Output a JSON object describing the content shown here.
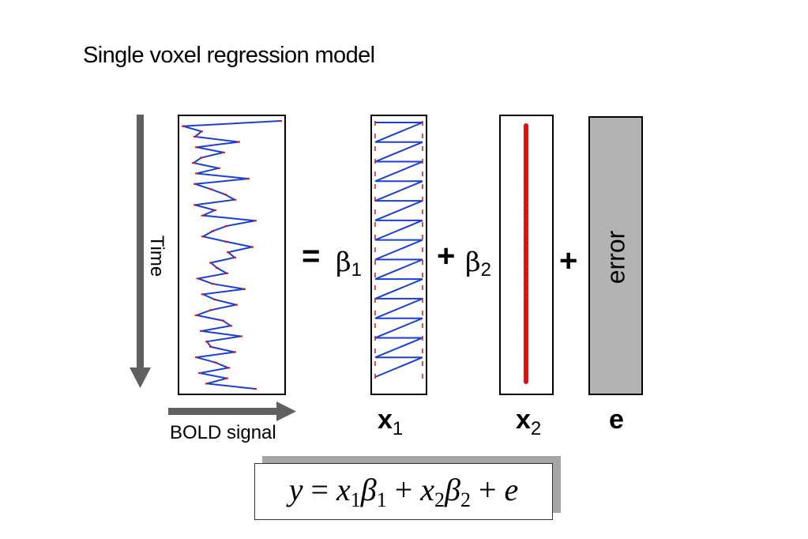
{
  "title": "Single voxel regression model",
  "time_label": "Time",
  "bold_label": "BOLD signal",
  "equals": "=",
  "plus": "+",
  "beta_symbol": "β",
  "sub_1": "1",
  "sub_2": "2",
  "x_symbol": "x",
  "e_label": "e",
  "error_label": "error",
  "equation": {
    "y": "y",
    "eq": " = ",
    "x": "x",
    "beta": "β",
    "plus": " + ",
    "e": "e",
    "s1": "1",
    "s2": "2"
  },
  "colors": {
    "arrow": "#606060",
    "signal_line": "#1a3fd6",
    "signal_points": "#e01010",
    "error_fill": "#b3b3b3",
    "equation_shadow": "#a6a6a6"
  }
}
